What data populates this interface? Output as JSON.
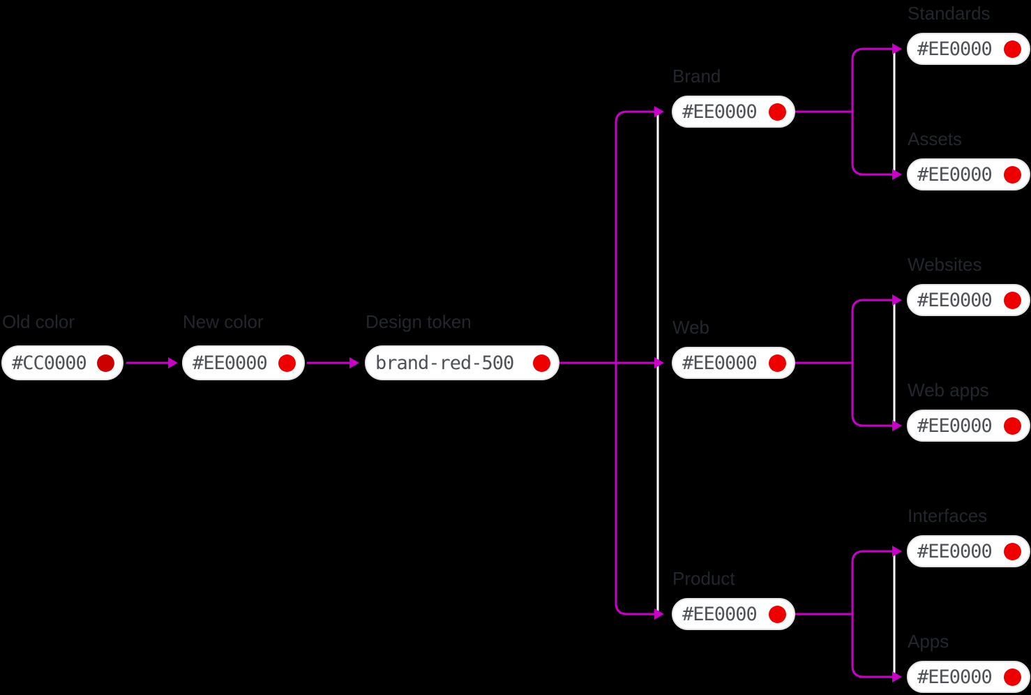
{
  "diagram": {
    "colors": {
      "background": "#000000",
      "connector": "#C800C8",
      "rail": "#FFFFFF",
      "pill_background": "#FFFFFF",
      "pill_border": "#E4E4E6",
      "pill_text": "#4E5156",
      "label_text": "#23262D",
      "old_red": "#CC0000",
      "new_red": "#EE0000"
    },
    "level1": [
      {
        "label": "Old color",
        "value": "#CC0000",
        "dot_color": "#CC0000"
      },
      {
        "label": "New color",
        "value": "#EE0000",
        "dot_color": "#EE0000"
      },
      {
        "label": "Design token",
        "value": "brand-red-500",
        "dot_color": "#EE0000"
      }
    ],
    "level2": [
      {
        "label": "Brand",
        "value": "#EE0000",
        "dot_color": "#EE0000"
      },
      {
        "label": "Web",
        "value": "#EE0000",
        "dot_color": "#EE0000"
      },
      {
        "label": "Product",
        "value": "#EE0000",
        "dot_color": "#EE0000"
      }
    ],
    "level3": [
      {
        "label": "Standards",
        "value": "#EE0000",
        "dot_color": "#EE0000"
      },
      {
        "label": "Assets",
        "value": "#EE0000",
        "dot_color": "#EE0000"
      },
      {
        "label": "Websites",
        "value": "#EE0000",
        "dot_color": "#EE0000"
      },
      {
        "label": "Web apps",
        "value": "#EE0000",
        "dot_color": "#EE0000"
      },
      {
        "label": "Interfaces",
        "value": "#EE0000",
        "dot_color": "#EE0000"
      },
      {
        "label": "Apps",
        "value": "#EE0000",
        "dot_color": "#EE0000"
      }
    ]
  }
}
